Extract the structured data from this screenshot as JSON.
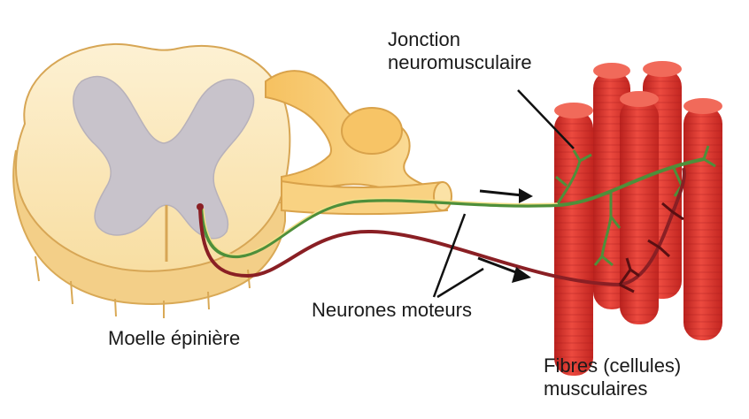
{
  "labels": {
    "jonction_line1": "Jonction",
    "jonction_line2": "neuromusculaire",
    "neurones": "Neurones moteurs",
    "moelle": "Moelle épinière",
    "fibres_line1": "Fibres (cellules)",
    "fibres_line2": "musculaires"
  },
  "colors": {
    "spinal_cord": "#fbe7b8",
    "grey_matter": "#c9c4cc",
    "nerve": "#f7c66c",
    "motor_neuron_green": "#4e8f3a",
    "motor_neuron_red": "#8a1f24",
    "muscle": "#e0302b",
    "arrow": "#111111"
  }
}
